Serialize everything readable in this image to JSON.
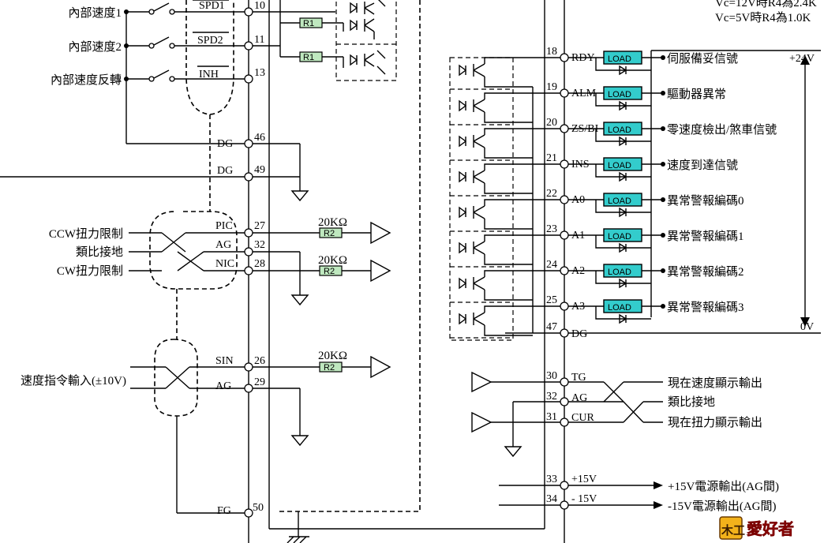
{
  "notes": {
    "line1": "Vc=12V時R4為2.4K",
    "line2": "Vc=5V時R4為1.0K"
  },
  "left_inputs": [
    {
      "label": "內部速度1",
      "pin_name": "SPD1",
      "pin": "10"
    },
    {
      "label": "內部速度2",
      "pin_name": "SPD2",
      "pin": "11"
    },
    {
      "label": "內部速度反轉",
      "pin_name": "INH",
      "pin": "13"
    }
  ],
  "dg_pins": [
    {
      "pin_name": "DG",
      "pin": "46"
    },
    {
      "pin_name": "DG",
      "pin": "49"
    }
  ],
  "torque_group": {
    "labels": [
      "CCW扭力限制",
      "類比接地",
      "CW扭力限制"
    ],
    "pins": [
      {
        "pin_name": "PIC",
        "pin": "27"
      },
      {
        "pin_name": "AG",
        "pin": "32"
      },
      {
        "pin_name": "NIC",
        "pin": "28"
      }
    ]
  },
  "speed_group": {
    "label": "速度指令輸入(±10V)",
    "pins": [
      {
        "pin_name": "SIN",
        "pin": "26"
      },
      {
        "pin_name": "AG",
        "pin": "29"
      }
    ]
  },
  "fg_pin": {
    "pin_name": "FG",
    "pin": "50"
  },
  "resistors": {
    "r1": "R1",
    "r2": "R2",
    "r2_value": "20KΩ"
  },
  "outputs": [
    {
      "pin": "18",
      "pin_name": "RDY",
      "label": "伺服備妥信號"
    },
    {
      "pin": "19",
      "pin_name": "ALM",
      "label": "驅動器異常"
    },
    {
      "pin": "20",
      "pin_name": "ZS/BI",
      "label": "零速度檢出/煞車信號"
    },
    {
      "pin": "21",
      "pin_name": "INS",
      "label": "速度到達信號"
    },
    {
      "pin": "22",
      "pin_name": "A0",
      "label": "異常警報編碼0"
    },
    {
      "pin": "23",
      "pin_name": "A1",
      "label": "異常警報編碼1"
    },
    {
      "pin": "24",
      "pin_name": "A2",
      "label": "異常警報編碼2"
    },
    {
      "pin": "25",
      "pin_name": "A3",
      "label": "異常警報編碼3"
    }
  ],
  "load_label": "LOAD",
  "output_common": {
    "pin": "47",
    "pin_name": "DG"
  },
  "supply": {
    "top": "+24V",
    "bottom": "0V"
  },
  "monitor_outputs": {
    "pins": [
      {
        "pin": "30",
        "pin_name": "TG"
      },
      {
        "pin": "32",
        "pin_name": "AG"
      },
      {
        "pin": "31",
        "pin_name": "CUR"
      }
    ],
    "labels": [
      "現在速度顯示輸出",
      "類比接地",
      "現在扭力顯示輸出"
    ]
  },
  "power_outputs": [
    {
      "pin": "33",
      "pin_name": "+15V",
      "label": "+15V電源輸出(AG間)"
    },
    {
      "pin": "34",
      "pin_name": "- 15V",
      "label": "-15V電源輸出(AG間)"
    }
  ],
  "logo": {
    "mark": "木工",
    "text": "愛好者"
  }
}
